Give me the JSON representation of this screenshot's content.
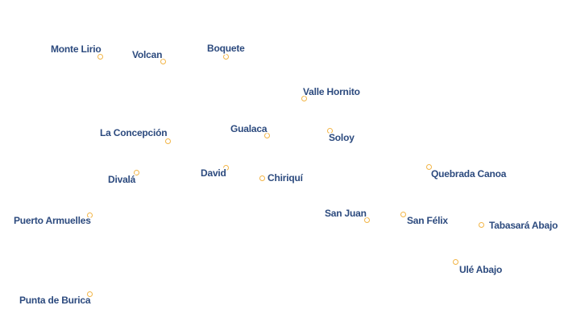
{
  "map": {
    "marker_color": "#f2b547",
    "label_color": "#2c4a7e",
    "places": [
      {
        "name": "Monte Lirio"
      },
      {
        "name": "Volcan"
      },
      {
        "name": "Boquete"
      },
      {
        "name": "Valle Hornito"
      },
      {
        "name": "La Concepción"
      },
      {
        "name": "Gualaca"
      },
      {
        "name": "Soloy"
      },
      {
        "name": "Divalá"
      },
      {
        "name": "David"
      },
      {
        "name": "Chiriquí"
      },
      {
        "name": "Quebrada Canoa"
      },
      {
        "name": "Puerto Armuelles"
      },
      {
        "name": "San Juan"
      },
      {
        "name": "San Félix"
      },
      {
        "name": "Tabasará Abajo"
      },
      {
        "name": "Ulé Abajo"
      },
      {
        "name": "Punta de Burica"
      }
    ]
  }
}
